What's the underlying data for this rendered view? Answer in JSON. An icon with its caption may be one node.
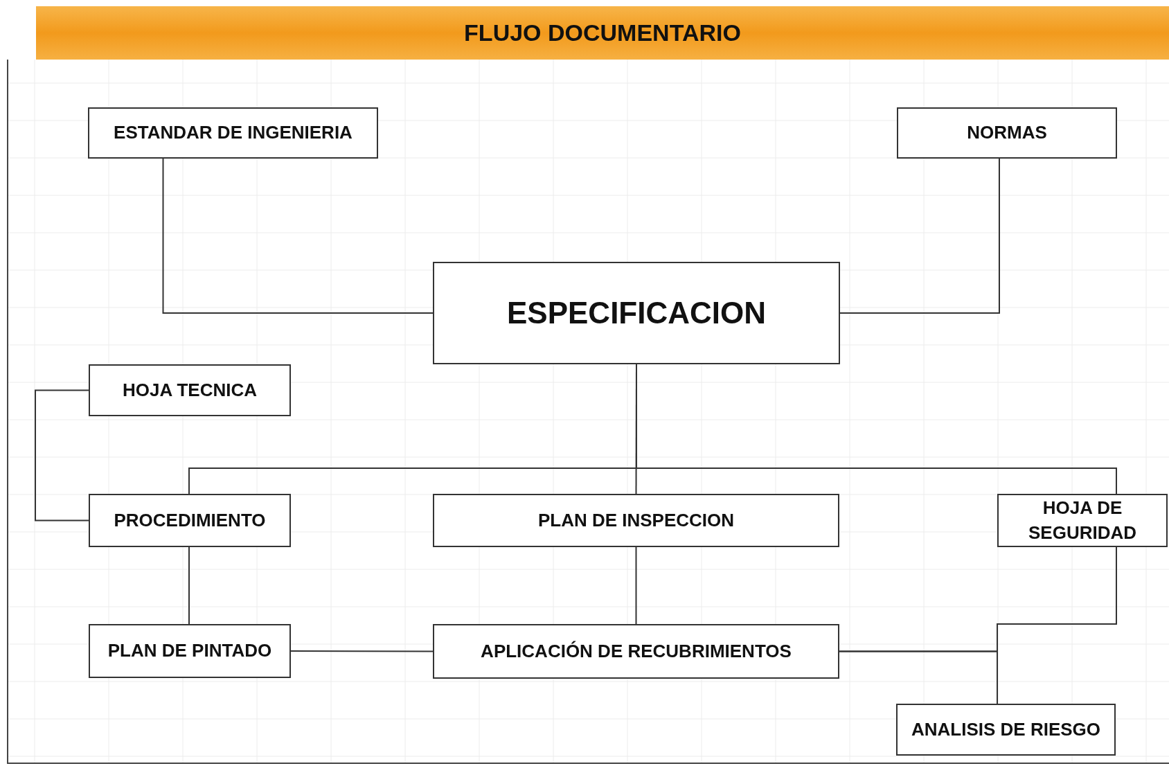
{
  "diagram": {
    "title": "FLUJO DOCUMENTARIO",
    "nodes": [
      {
        "text": [
          "ESTANDAR DE INGENIERIA"
        ]
      },
      {
        "text": [
          "NORMAS"
        ]
      },
      {
        "text": [
          "ESPECIFICACION"
        ]
      },
      {
        "text": [
          "HOJA TECNICA"
        ]
      },
      {
        "text": [
          "PROCEDIMIENTO"
        ]
      },
      {
        "text": [
          "PLAN DE INSPECCION"
        ]
      },
      {
        "text": [
          "HOJA DE SEGURIDAD"
        ]
      },
      {
        "text": [
          "PLAN DE PINTADO"
        ]
      },
      {
        "text": [
          "APLICACIÓN DE RECUBRIMIENTOS"
        ]
      },
      {
        "text": [
          "ANALISIS DE RIESGO"
        ]
      }
    ],
    "edges": [
      {
        "from": 0,
        "to": 2,
        "arrow": "none"
      },
      {
        "from": 1,
        "to": 2,
        "arrow": "none"
      },
      {
        "from": 2,
        "to": 4,
        "arrow": "none"
      },
      {
        "from": 2,
        "to": 5,
        "arrow": "none"
      },
      {
        "from": 2,
        "to": 6,
        "arrow": "none"
      },
      {
        "from": 3,
        "to": 4,
        "arrow": "none"
      },
      {
        "from": 4,
        "to": 7,
        "arrow": "none"
      },
      {
        "from": 7,
        "to": 8,
        "arrow": "none"
      },
      {
        "from": 5,
        "to": 8,
        "arrow": "none"
      },
      {
        "from": 6,
        "to": 8,
        "arrow": "none"
      },
      {
        "from": 9,
        "to": 8,
        "arrow": "none"
      }
    ]
  }
}
